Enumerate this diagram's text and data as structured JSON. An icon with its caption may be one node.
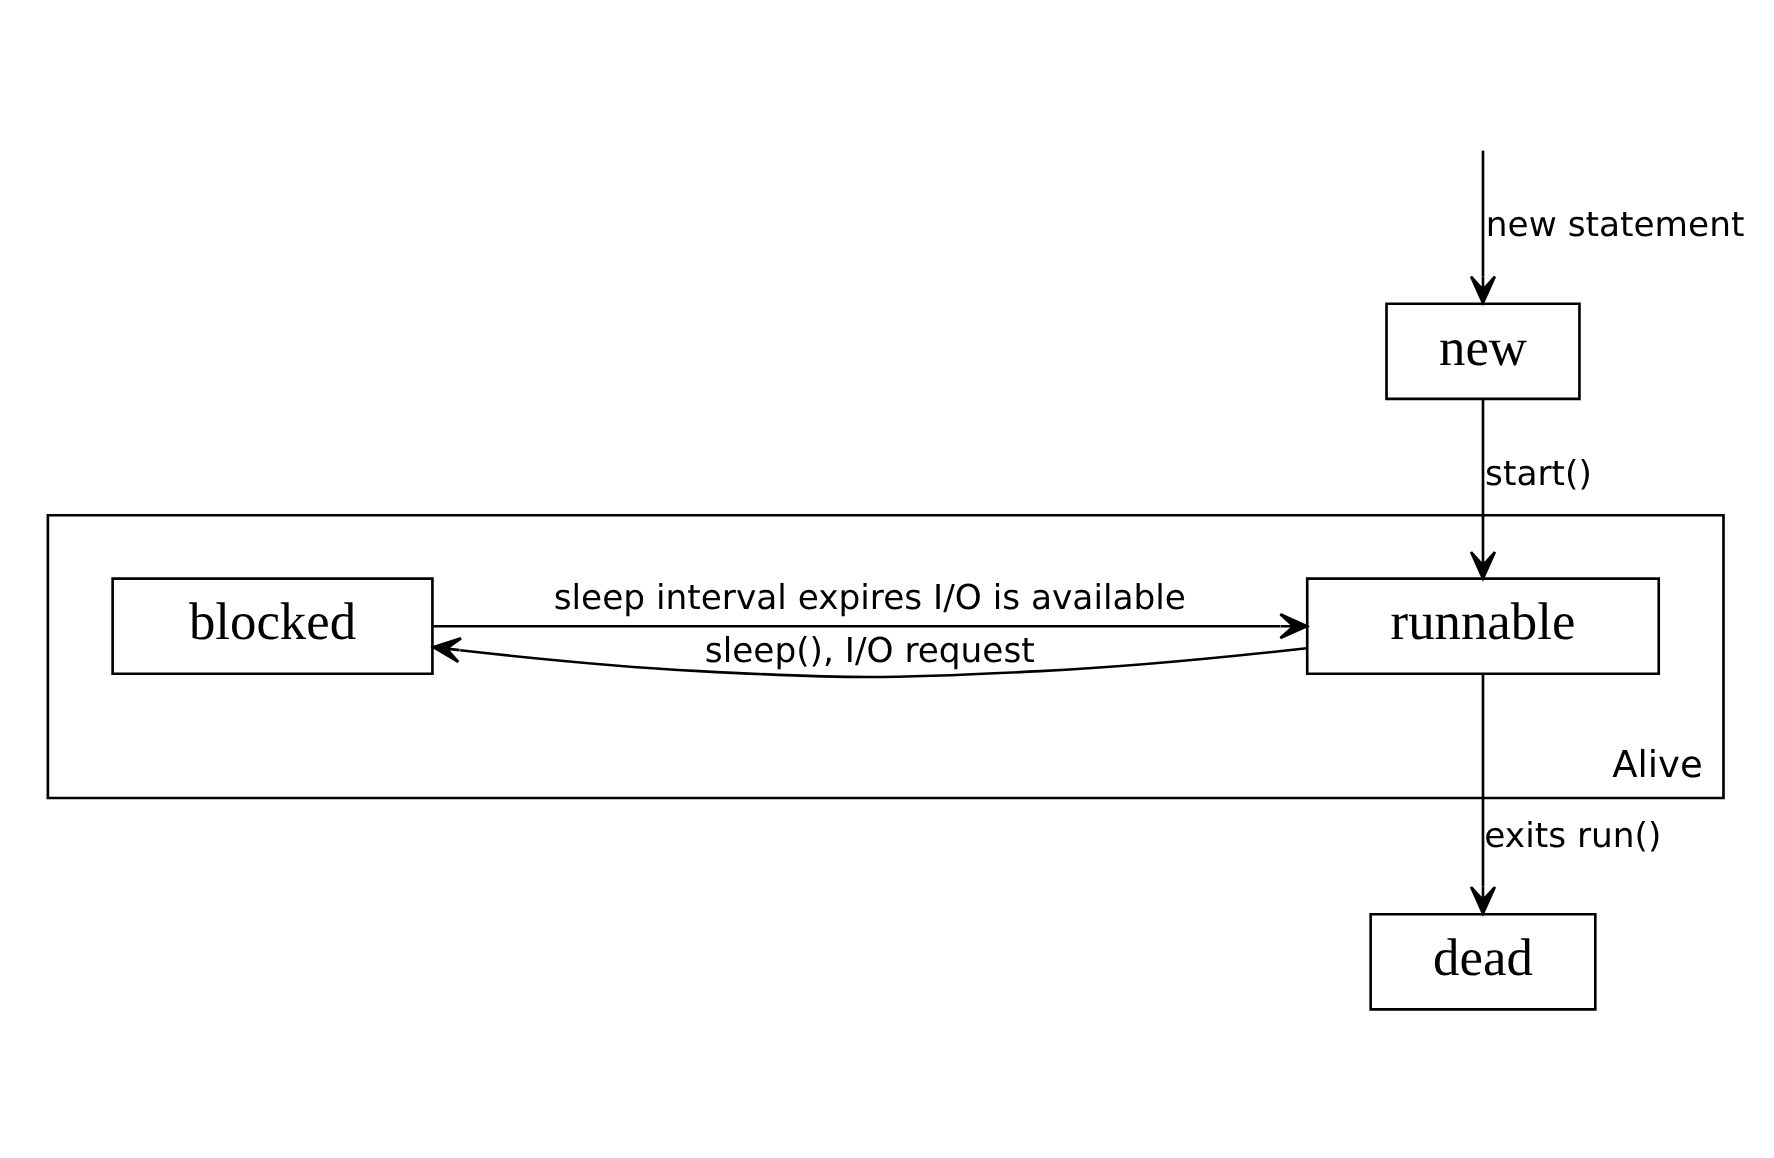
{
  "diagram": {
    "nodes": [
      {
        "text": [
          "Alive"
        ]
      },
      {
        "text": [
          "new"
        ]
      },
      {
        "text": [
          "runnable"
        ],
        "in": 0
      },
      {
        "text": [
          "blocked"
        ],
        "in": 0
      },
      {
        "text": [
          "dead"
        ]
      }
    ],
    "edges": [
      {
        "from": null,
        "to": 1,
        "arrow": "to",
        "label": "new statement"
      },
      {
        "from": 1,
        "to": 2,
        "arrow": "to",
        "label": "start()"
      },
      {
        "from": 2,
        "to": 3,
        "arrow": "to",
        "label": "sleep(), I/O request"
      },
      {
        "from": 3,
        "to": 2,
        "arrow": "to",
        "label": "sleep interval expires I/O is available"
      },
      {
        "from": 2,
        "to": 4,
        "arrow": "to",
        "label": "exits run()"
      }
    ]
  }
}
